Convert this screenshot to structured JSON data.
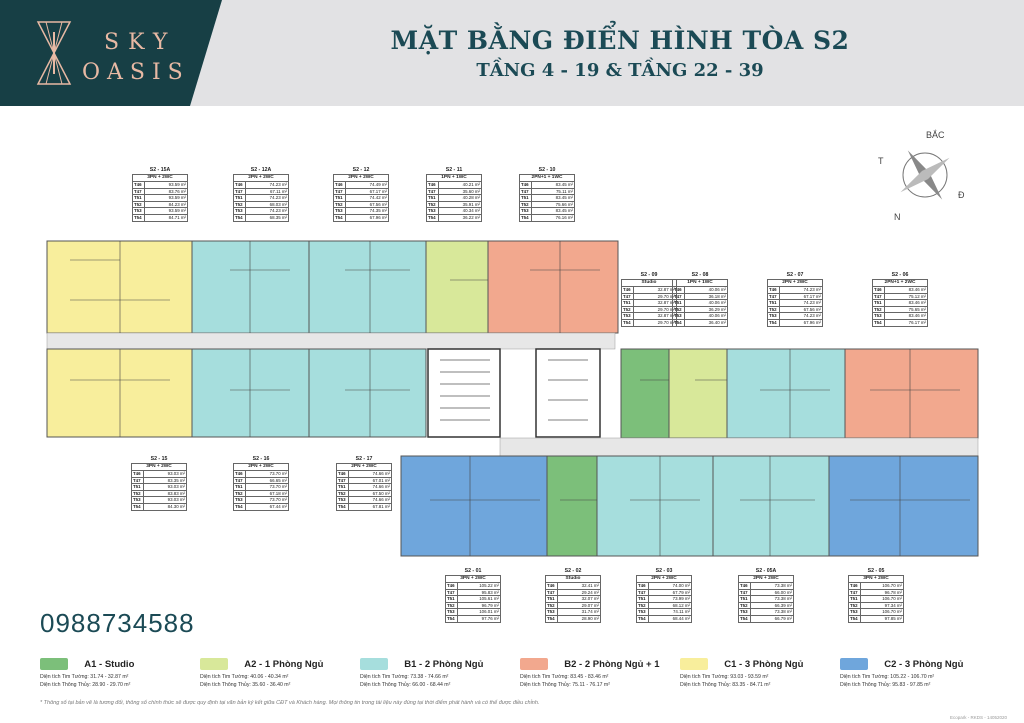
{
  "header": {
    "title": "MẶT BẰNG ĐIỂN HÌNH TÒA S2",
    "subtitle": "TẦNG 4 - 19 & TẦNG 22 - 39"
  },
  "logo": {
    "line1": "SKY",
    "line2": "OASIS"
  },
  "compass": {
    "north": "BẮC",
    "west": "T",
    "east": "Đ",
    "south": "N"
  },
  "phone": "0988734588",
  "units": [
    {
      "name": "S2 - 15A",
      "type": "3PN + 2WC",
      "rows": [
        [
          "T46",
          "93.59 m²"
        ],
        [
          "T47",
          "83.76 m²"
        ],
        [
          "T51",
          "93.59 m²"
        ],
        [
          "T52",
          "84.23 m²"
        ],
        [
          "T53",
          "93.59 m²"
        ],
        [
          "T54",
          "84.71 m²"
        ]
      ]
    },
    {
      "name": "S2 - 12A",
      "type": "2PN + 2WC",
      "rows": [
        [
          "T46",
          "74.23 m²"
        ],
        [
          "T47",
          "67.11 m²"
        ],
        [
          "T51",
          "74.23 m²"
        ],
        [
          "T52",
          "68.03 m²"
        ],
        [
          "T53",
          "74.23 m²"
        ],
        [
          "T54",
          "68.35 m²"
        ]
      ]
    },
    {
      "name": "S2 - 12",
      "type": "2PN + 2WC",
      "rows": [
        [
          "T46",
          "74.49 m²"
        ],
        [
          "T47",
          "67.17 m²"
        ],
        [
          "T51",
          "74.42 m²"
        ],
        [
          "T52",
          "67.56 m²"
        ],
        [
          "T53",
          "74.35 m²"
        ],
        [
          "T54",
          "67.96 m²"
        ]
      ]
    },
    {
      "name": "S2 - 11",
      "type": "1PN + 1WC",
      "rows": [
        [
          "T46",
          "40.21 m²"
        ],
        [
          "T47",
          "35.60 m²"
        ],
        [
          "T51",
          "40.28 m²"
        ],
        [
          "T52",
          "35.91 m²"
        ],
        [
          "T53",
          "40.34 m²"
        ],
        [
          "T54",
          "36.22 m²"
        ]
      ]
    },
    {
      "name": "S2 - 10",
      "type": "2PN+1 + 1WC",
      "rows": [
        [
          "T46",
          "83.45 m²"
        ],
        [
          "T47",
          "75.11 m²"
        ],
        [
          "T51",
          "83.45 m²"
        ],
        [
          "T52",
          "75.66 m²"
        ],
        [
          "T53",
          "83.45 m²"
        ],
        [
          "T54",
          "76.16 m²"
        ]
      ]
    },
    {
      "name": "S2 - 09",
      "type": "Studio",
      "rows": [
        [
          "T46",
          "32.87 m²"
        ],
        [
          "T47",
          "29.70 m²"
        ],
        [
          "T51",
          "32.87 m²"
        ],
        [
          "T52",
          "29.70 m²"
        ],
        [
          "T53",
          "32.87 m²"
        ],
        [
          "T54",
          "29.70 m²"
        ]
      ]
    },
    {
      "name": "S2 - 08",
      "type": "1PN + 1WC",
      "rows": [
        [
          "T46",
          "40.06 m²"
        ],
        [
          "T47",
          "36.18 m²"
        ],
        [
          "T51",
          "40.06 m²"
        ],
        [
          "T52",
          "36.29 m²"
        ],
        [
          "T53",
          "40.06 m²"
        ],
        [
          "T54",
          "36.40 m²"
        ]
      ]
    },
    {
      "name": "S2 - 07",
      "type": "2PN + 2WC",
      "rows": [
        [
          "T46",
          "74.23 m²"
        ],
        [
          "T47",
          "67.17 m²"
        ],
        [
          "T51",
          "74.23 m²"
        ],
        [
          "T52",
          "67.56 m²"
        ],
        [
          "T53",
          "74.23 m²"
        ],
        [
          "T54",
          "67.96 m²"
        ]
      ]
    },
    {
      "name": "S2 - 06",
      "type": "2PN+1 + 2WC",
      "rows": [
        [
          "T46",
          "83.46 m²"
        ],
        [
          "T47",
          "75.12 m²"
        ],
        [
          "T51",
          "83.46 m²"
        ],
        [
          "T52",
          "75.65 m²"
        ],
        [
          "T53",
          "83.46 m²"
        ],
        [
          "T54",
          "76.17 m²"
        ]
      ]
    },
    {
      "name": "S2 - 15",
      "type": "3PN + 2WC",
      "rows": [
        [
          "T46",
          "93.03 m²"
        ],
        [
          "T47",
          "83.35 m²"
        ],
        [
          "T51",
          "93.03 m²"
        ],
        [
          "T52",
          "83.83 m²"
        ],
        [
          "T53",
          "93.03 m²"
        ],
        [
          "T54",
          "84.30 m²"
        ]
      ]
    },
    {
      "name": "S2 - 16",
      "type": "2PN + 2WC",
      "rows": [
        [
          "T46",
          "73.70 m²"
        ],
        [
          "T47",
          "66.65 m²"
        ],
        [
          "T51",
          "73.70 m²"
        ],
        [
          "T52",
          "67.18 m²"
        ],
        [
          "T53",
          "73.70 m²"
        ],
        [
          "T54",
          "67.44 m²"
        ]
      ]
    },
    {
      "name": "S2 - 17",
      "type": "2PN + 2WC",
      "rows": [
        [
          "T46",
          "74.66 m²"
        ],
        [
          "T47",
          "67.01 m²"
        ],
        [
          "T51",
          "74.66 m²"
        ],
        [
          "T52",
          "67.50 m²"
        ],
        [
          "T53",
          "74.66 m²"
        ],
        [
          "T54",
          "67.81 m²"
        ]
      ]
    },
    {
      "name": "S2 - 01",
      "type": "3PN + 2WC",
      "rows": [
        [
          "T46",
          "105.22 m²"
        ],
        [
          "T47",
          "95.83 m²"
        ],
        [
          "T51",
          "105.61 m²"
        ],
        [
          "T52",
          "96.79 m²"
        ],
        [
          "T53",
          "106.01 m²"
        ],
        [
          "T54",
          "97.76 m²"
        ]
      ]
    },
    {
      "name": "S2 - 02",
      "type": "Studio",
      "rows": [
        [
          "T46",
          "32.41 m²"
        ],
        [
          "T47",
          "29.24 m²"
        ],
        [
          "T51",
          "32.07 m²"
        ],
        [
          "T52",
          "29.07 m²"
        ],
        [
          "T53",
          "31.74 m²"
        ],
        [
          "T54",
          "28.90 m²"
        ]
      ]
    },
    {
      "name": "S2 - 03",
      "type": "2PN + 2WC",
      "rows": [
        [
          "T46",
          "74.00 m²"
        ],
        [
          "T47",
          "67.79 m²"
        ],
        [
          "T51",
          "73.99 m²"
        ],
        [
          "T52",
          "68.12 m²"
        ],
        [
          "T53",
          "74.11 m²"
        ],
        [
          "T54",
          "68.44 m²"
        ]
      ]
    },
    {
      "name": "S2 - 05A",
      "type": "2PN + 2WC",
      "rows": [
        [
          "T46",
          "73.38 m²"
        ],
        [
          "T47",
          "66.00 m²"
        ],
        [
          "T51",
          "73.38 m²"
        ],
        [
          "T52",
          "66.39 m²"
        ],
        [
          "T53",
          "73.38 m²"
        ],
        [
          "T54",
          "66.79 m²"
        ]
      ]
    },
    {
      "name": "S2 - 05",
      "type": "3PN + 2WC",
      "rows": [
        [
          "T46",
          "106.70 m²"
        ],
        [
          "T47",
          "96.78 m²"
        ],
        [
          "T51",
          "106.70 m²"
        ],
        [
          "T52",
          "97.34 m²"
        ],
        [
          "T53",
          "106.70 m²"
        ],
        [
          "T54",
          "97.85 m²"
        ]
      ]
    }
  ],
  "legend": [
    {
      "name": "A1 - Studio",
      "color": "#7cbf7a",
      "line1": "Diện tích Tim Tường: 31.74 - 32.87 m²",
      "line2": "Diện tích Thông Thủy: 28.90 - 29.70 m²"
    },
    {
      "name": "A2 - 1 Phòng Ngủ",
      "color": "#d8e89a",
      "line1": "Diện tích Tim Tường: 40.06 - 40.34 m²",
      "line2": "Diện tích Thông Thủy: 35.60 - 36.40 m²"
    },
    {
      "name": "B1 - 2 Phòng Ngủ",
      "color": "#a6dedd",
      "line1": "Diện tích Tim Tường: 73.38 - 74.66 m²",
      "line2": "Diện tích Thông Thủy: 66.00 - 68.44 m²"
    },
    {
      "name": "B2 - 2 Phòng Ngủ + 1",
      "color": "#f2a88e",
      "line1": "Diện tích Tim Tường: 83.45 - 83.46 m²",
      "line2": "Diện tích Thông Thủy: 75.11 - 76.17 m²"
    },
    {
      "name": "C1 - 3 Phòng Ngủ",
      "color": "#f8ee9c",
      "line1": "Diện tích Tim Tường: 93.03 - 93.59 m²",
      "line2": "Diện tích Thông Thủy: 83.35 - 84.71 m²"
    },
    {
      "name": "C2 - 3 Phòng Ngủ",
      "color": "#6fa6dc",
      "line1": "Diện tích Tim Tường: 105.22 - 106.70 m²",
      "line2": "Diện tích Thông Thủy: 95.83 - 97.85 m²"
    }
  ],
  "note": "* Thông số tại bản vẽ là tương đối, thông số chính thức sẽ được quy định tại văn bản ký kết giữa CĐT và Khách hàng. Mọi thông tin trong tài liệu này đúng tại thời điểm phát hành và có thể được điều chỉnh.",
  "code": "Ecopark - RKDS - 14052020"
}
